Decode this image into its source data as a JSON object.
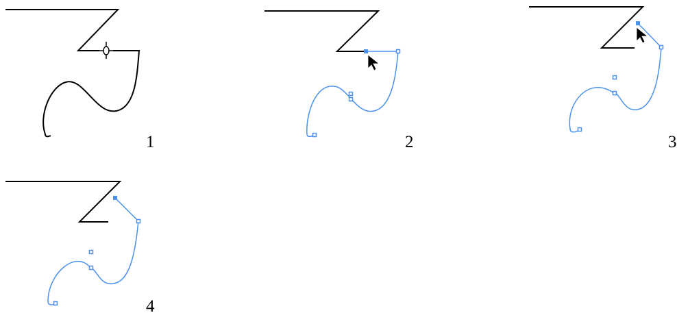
{
  "colors": {
    "path": "#000000",
    "selected_path": "#4a90ee",
    "background": "#ffffff"
  },
  "icons": {
    "pen_cursor": "pen-tool-cursor-icon",
    "selection_cursor": "direct-selection-arrow-icon"
  },
  "panels": [
    {
      "number": "1"
    },
    {
      "number": "2"
    },
    {
      "number": "3"
    },
    {
      "number": "4"
    }
  ]
}
